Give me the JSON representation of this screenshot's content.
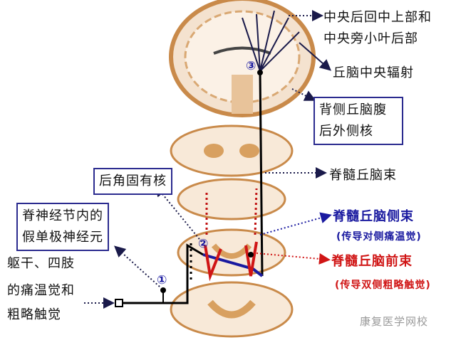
{
  "labels": {
    "cortex_line1": "中央后回中上部和",
    "cortex_line2": "中央旁小叶后部",
    "thalamic_radiation": "丘脑中央辐射",
    "vpl_line1": "背侧丘脑腹",
    "vpl_line2": "后外侧核",
    "spinothalamic_tract": "脊髓丘脑束",
    "lateral_tract": "脊髓丘脑侧束",
    "lateral_tract_note": "(传导对侧痛温觉)",
    "anterior_tract": "脊髓丘脑前束",
    "anterior_tract_note": "(传导双侧粗略触觉)",
    "dorsal_horn_nucleus": "后角固有核",
    "ganglion_line1": "脊神经节内的",
    "ganglion_line2": "假单极神经元",
    "input_line1": "躯干、四肢",
    "input_line2": "的痛温觉和",
    "input_line3": "粗略触觉"
  },
  "markers": [
    "①",
    "②",
    "③"
  ],
  "watermark": "康复医学网校",
  "colors": {
    "lateral_tract": "#1a1aa0",
    "anterior_tract": "#d01515",
    "box_border": "#2b2b8f",
    "tissue": "#c98a4a"
  }
}
